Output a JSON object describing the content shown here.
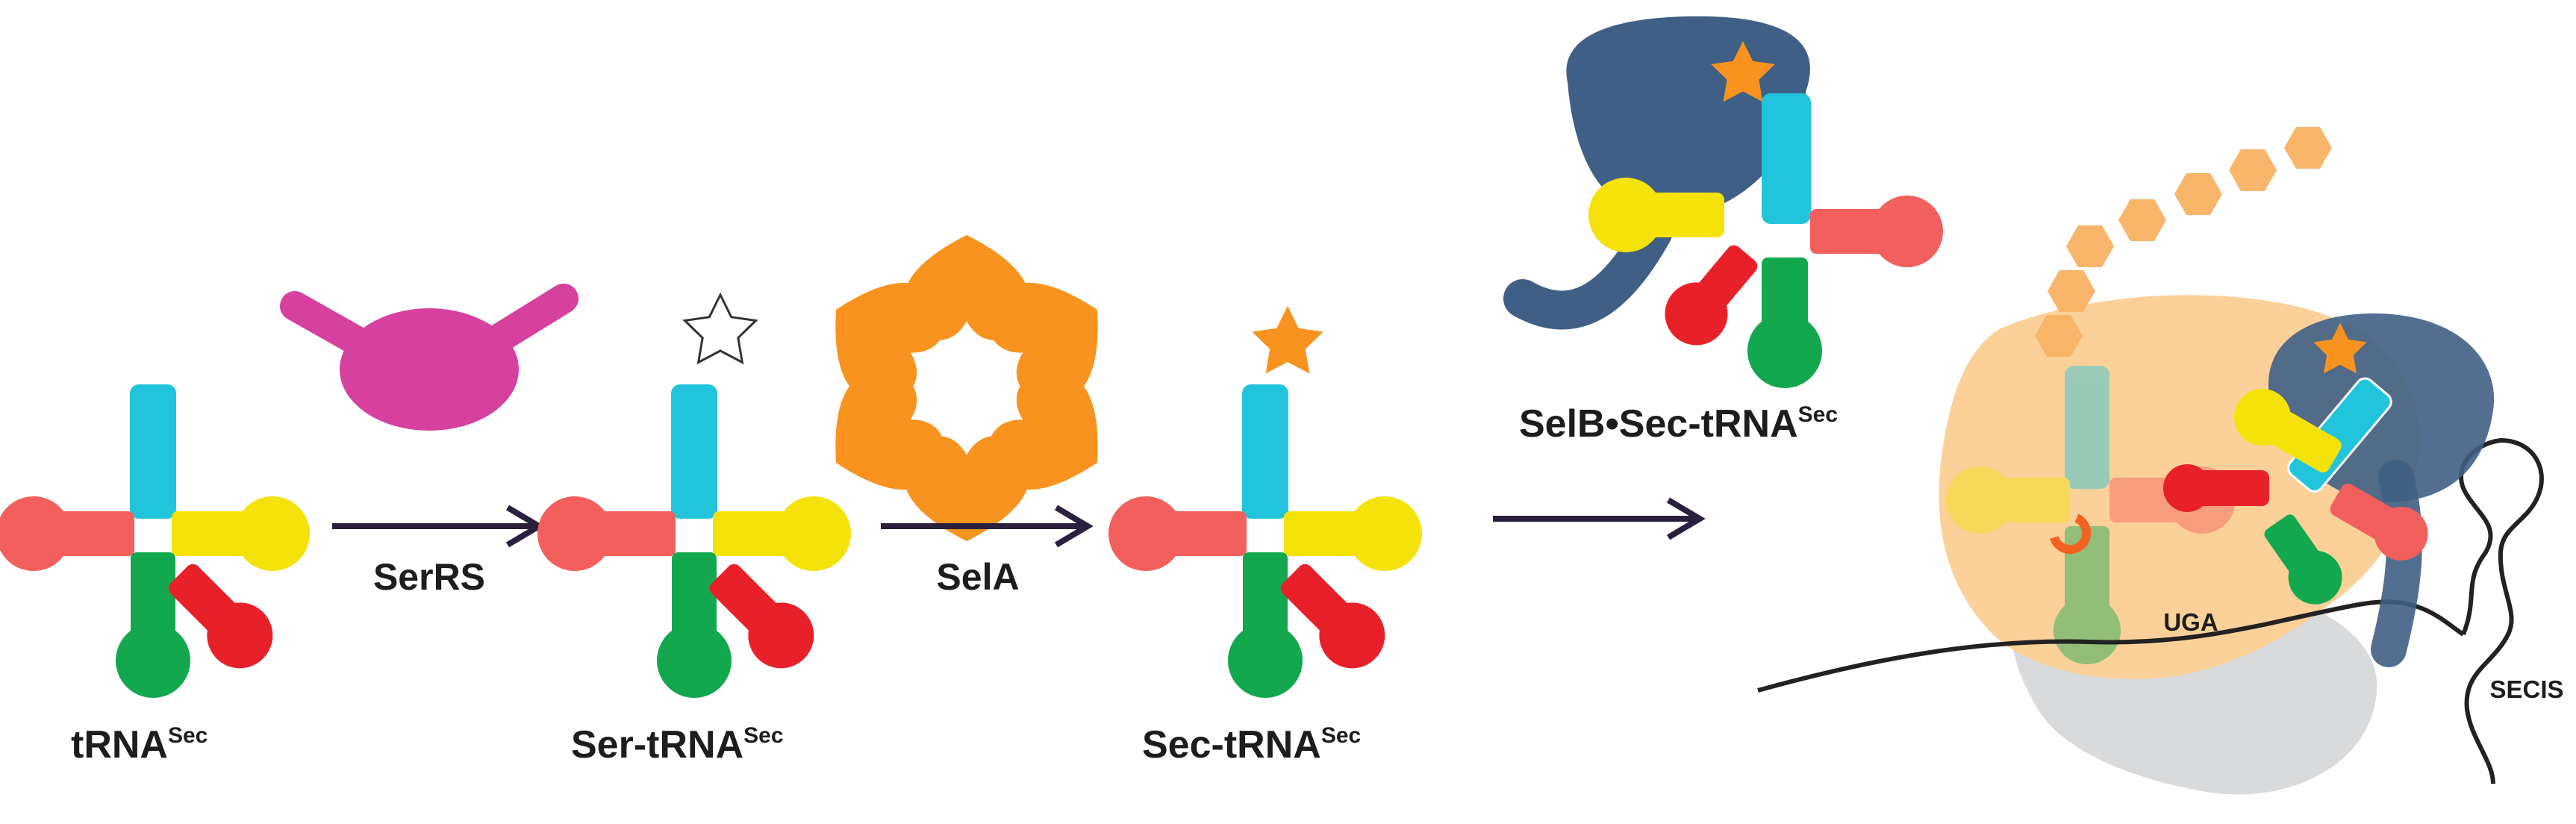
{
  "labels": {
    "trna_sec": {
      "main": "tRNA",
      "sup": "Sec"
    },
    "ser_trna_sec": {
      "main": "Ser-tRNA",
      "sup": "Sec"
    },
    "sec_trna_sec": {
      "main": "Sec-tRNA",
      "sup": "Sec"
    },
    "selb_complex": {
      "main": "SelB•Sec-tRNA",
      "sup": "Sec"
    },
    "serrs": "SerRS",
    "sela": "SelA",
    "uga": "UGA",
    "secis": "SECIS"
  },
  "colors": {
    "acceptor": "#22c4dc",
    "d_arm": "#f25f5c",
    "t_arm": "#f5e20a",
    "variable_arm": "#e8202a",
    "anticodon_arm": "#14a84e",
    "serrs": "#d6409f",
    "sela": "#f7931e",
    "selb": "#3f5f86",
    "ribosome_large": "#fbd199",
    "ribosome_small": "#d8dadc",
    "peptide": "#f9b56a",
    "arrow": "#2a1f3d"
  },
  "icons": {
    "serine": "star-outline-icon",
    "selenocysteine": "star-filled-icon"
  }
}
